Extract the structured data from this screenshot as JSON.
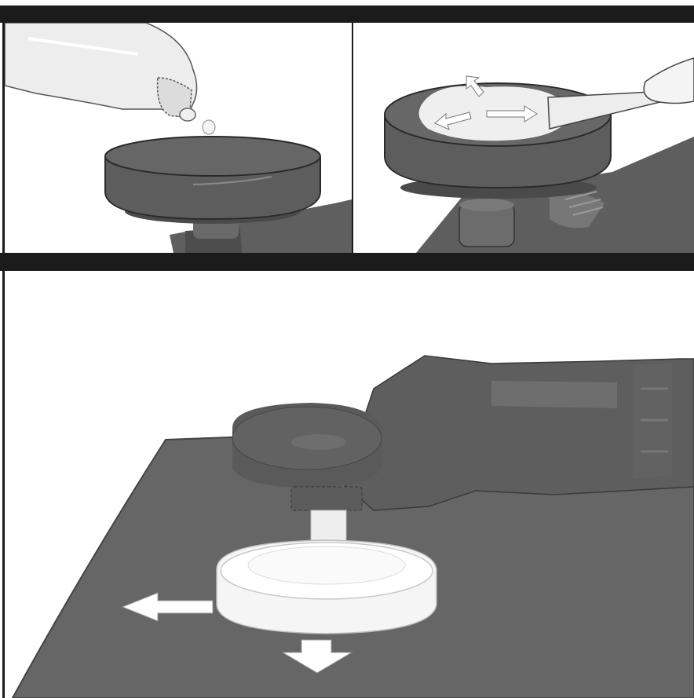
{
  "figure": {
    "panels": [
      {
        "id": "step-apply-polish",
        "icon": "polish-tube-icon"
      },
      {
        "id": "step-spread-polish",
        "icon": "spreader-icon"
      },
      {
        "id": "step-polish-surface",
        "icon": "polisher-icon"
      }
    ],
    "colors": {
      "frame": "#1b1b1b",
      "tool_dark": "#5a5a5a",
      "tool_mid": "#6e6e6e",
      "surface": "#666666",
      "highlight": "#f2f2f2",
      "arrow_fill": "#ffffff"
    }
  }
}
